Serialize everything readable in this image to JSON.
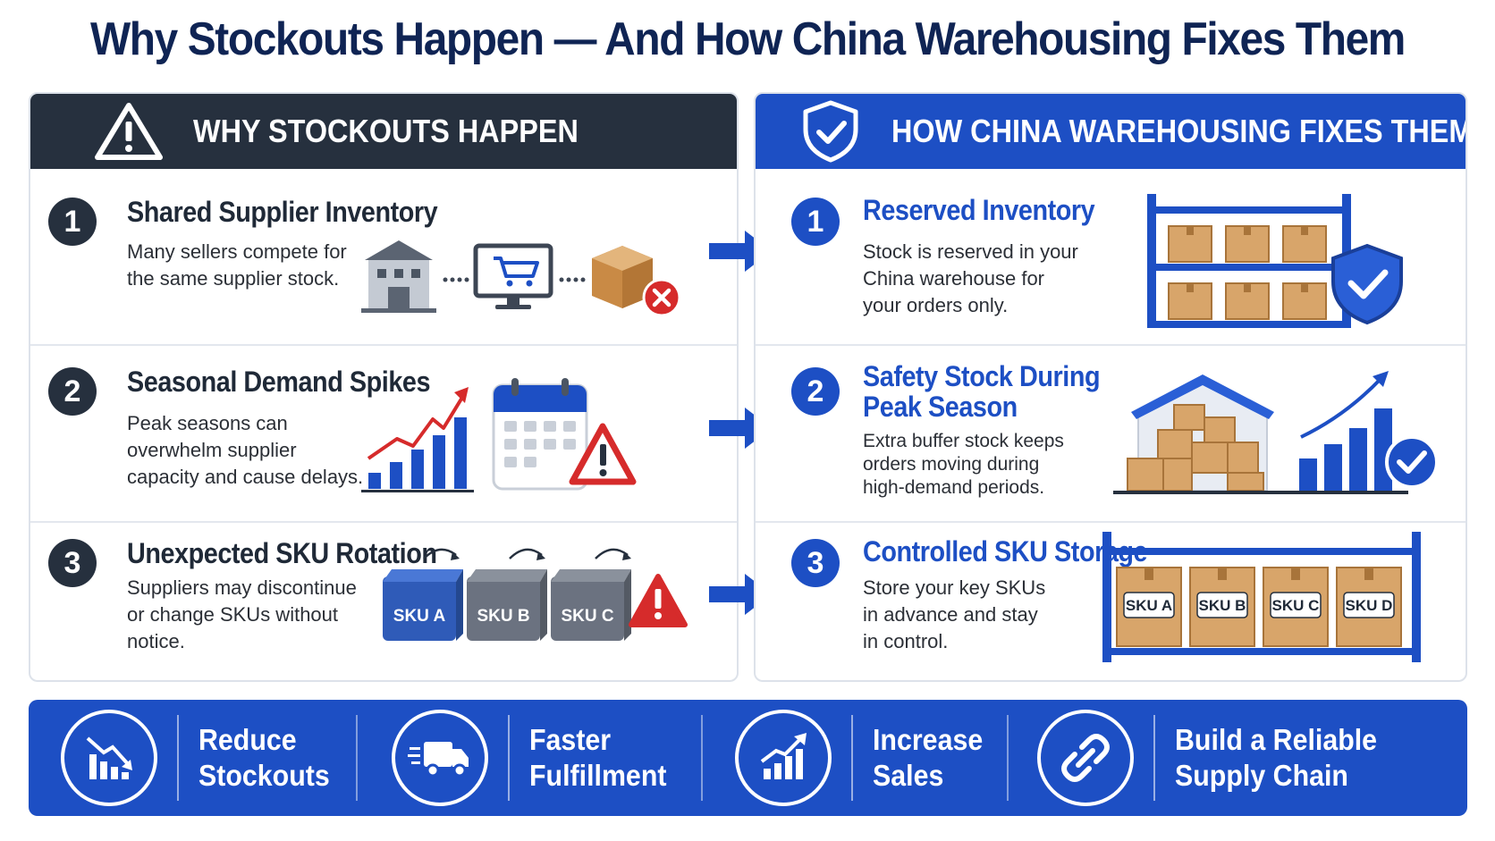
{
  "title": "Why Stockouts Happen — And How China Warehousing Fixes Them",
  "left_panel": {
    "header": "WHY STOCKOUTS HAPPEN",
    "header_icon": "warning-triangle-icon",
    "items": [
      {
        "number": "1",
        "title": "Shared Supplier Inventory",
        "description": "Many sellers compete for\nthe same supplier stock.",
        "icons": [
          "building-icon",
          "computer-cart-icon",
          "box-error-icon"
        ]
      },
      {
        "number": "2",
        "title": "Seasonal Demand Spikes",
        "description": "Peak seasons can\noverwhelm supplier\ncapacity and cause delays.",
        "icons": [
          "rising-bar-chart-icon",
          "calendar-icon",
          "warning-icon"
        ]
      },
      {
        "number": "3",
        "title": "Unexpected SKU Rotation",
        "description": "Suppliers may discontinue\nor change SKUs without\nnotice.",
        "skus": [
          "SKU A",
          "SKU B",
          "SKU C"
        ],
        "icons": [
          "sku-box-icon",
          "warning-icon"
        ]
      }
    ]
  },
  "right_panel": {
    "header": "HOW CHINA WAREHOUSING FIXES THEM",
    "header_icon": "shield-check-icon",
    "items": [
      {
        "number": "1",
        "title": "Reserved Inventory",
        "description": "Stock is reserved in your\nChina warehouse for\nyour orders only.",
        "icons": [
          "shelf-boxes-icon",
          "shield-check-icon"
        ]
      },
      {
        "number": "2",
        "title_line1": "Safety Stock During",
        "title_line2": "Peak Season",
        "description": "Extra buffer stock keeps\norders moving during\nhigh-demand periods.",
        "icons": [
          "warehouse-icon",
          "rising-bar-chart-icon",
          "check-circle-icon"
        ]
      },
      {
        "number": "3",
        "title": "Controlled SKU Storage",
        "description": "Store your key SKUs\nin advance and stay\nin control.",
        "skus": [
          "SKU A",
          "SKU B",
          "SKU C",
          "SKU D"
        ],
        "icons": [
          "shelf-sku-icon"
        ]
      }
    ]
  },
  "benefits": [
    {
      "label": "Reduce\nStockouts",
      "icon": "declining-chart-icon"
    },
    {
      "label": "Faster\nFulfillment",
      "icon": "delivery-truck-icon"
    },
    {
      "label": "Increase\nSales",
      "icon": "growth-chart-icon"
    },
    {
      "label": "Build a Reliable\nSupply Chain",
      "icon": "chain-link-icon"
    }
  ],
  "colors": {
    "navy": "#0f2454",
    "dark_header": "#26303e",
    "brand_blue": "#1d4fc4",
    "alert_red": "#d62b2b",
    "box_brown": "#d8a56a"
  }
}
